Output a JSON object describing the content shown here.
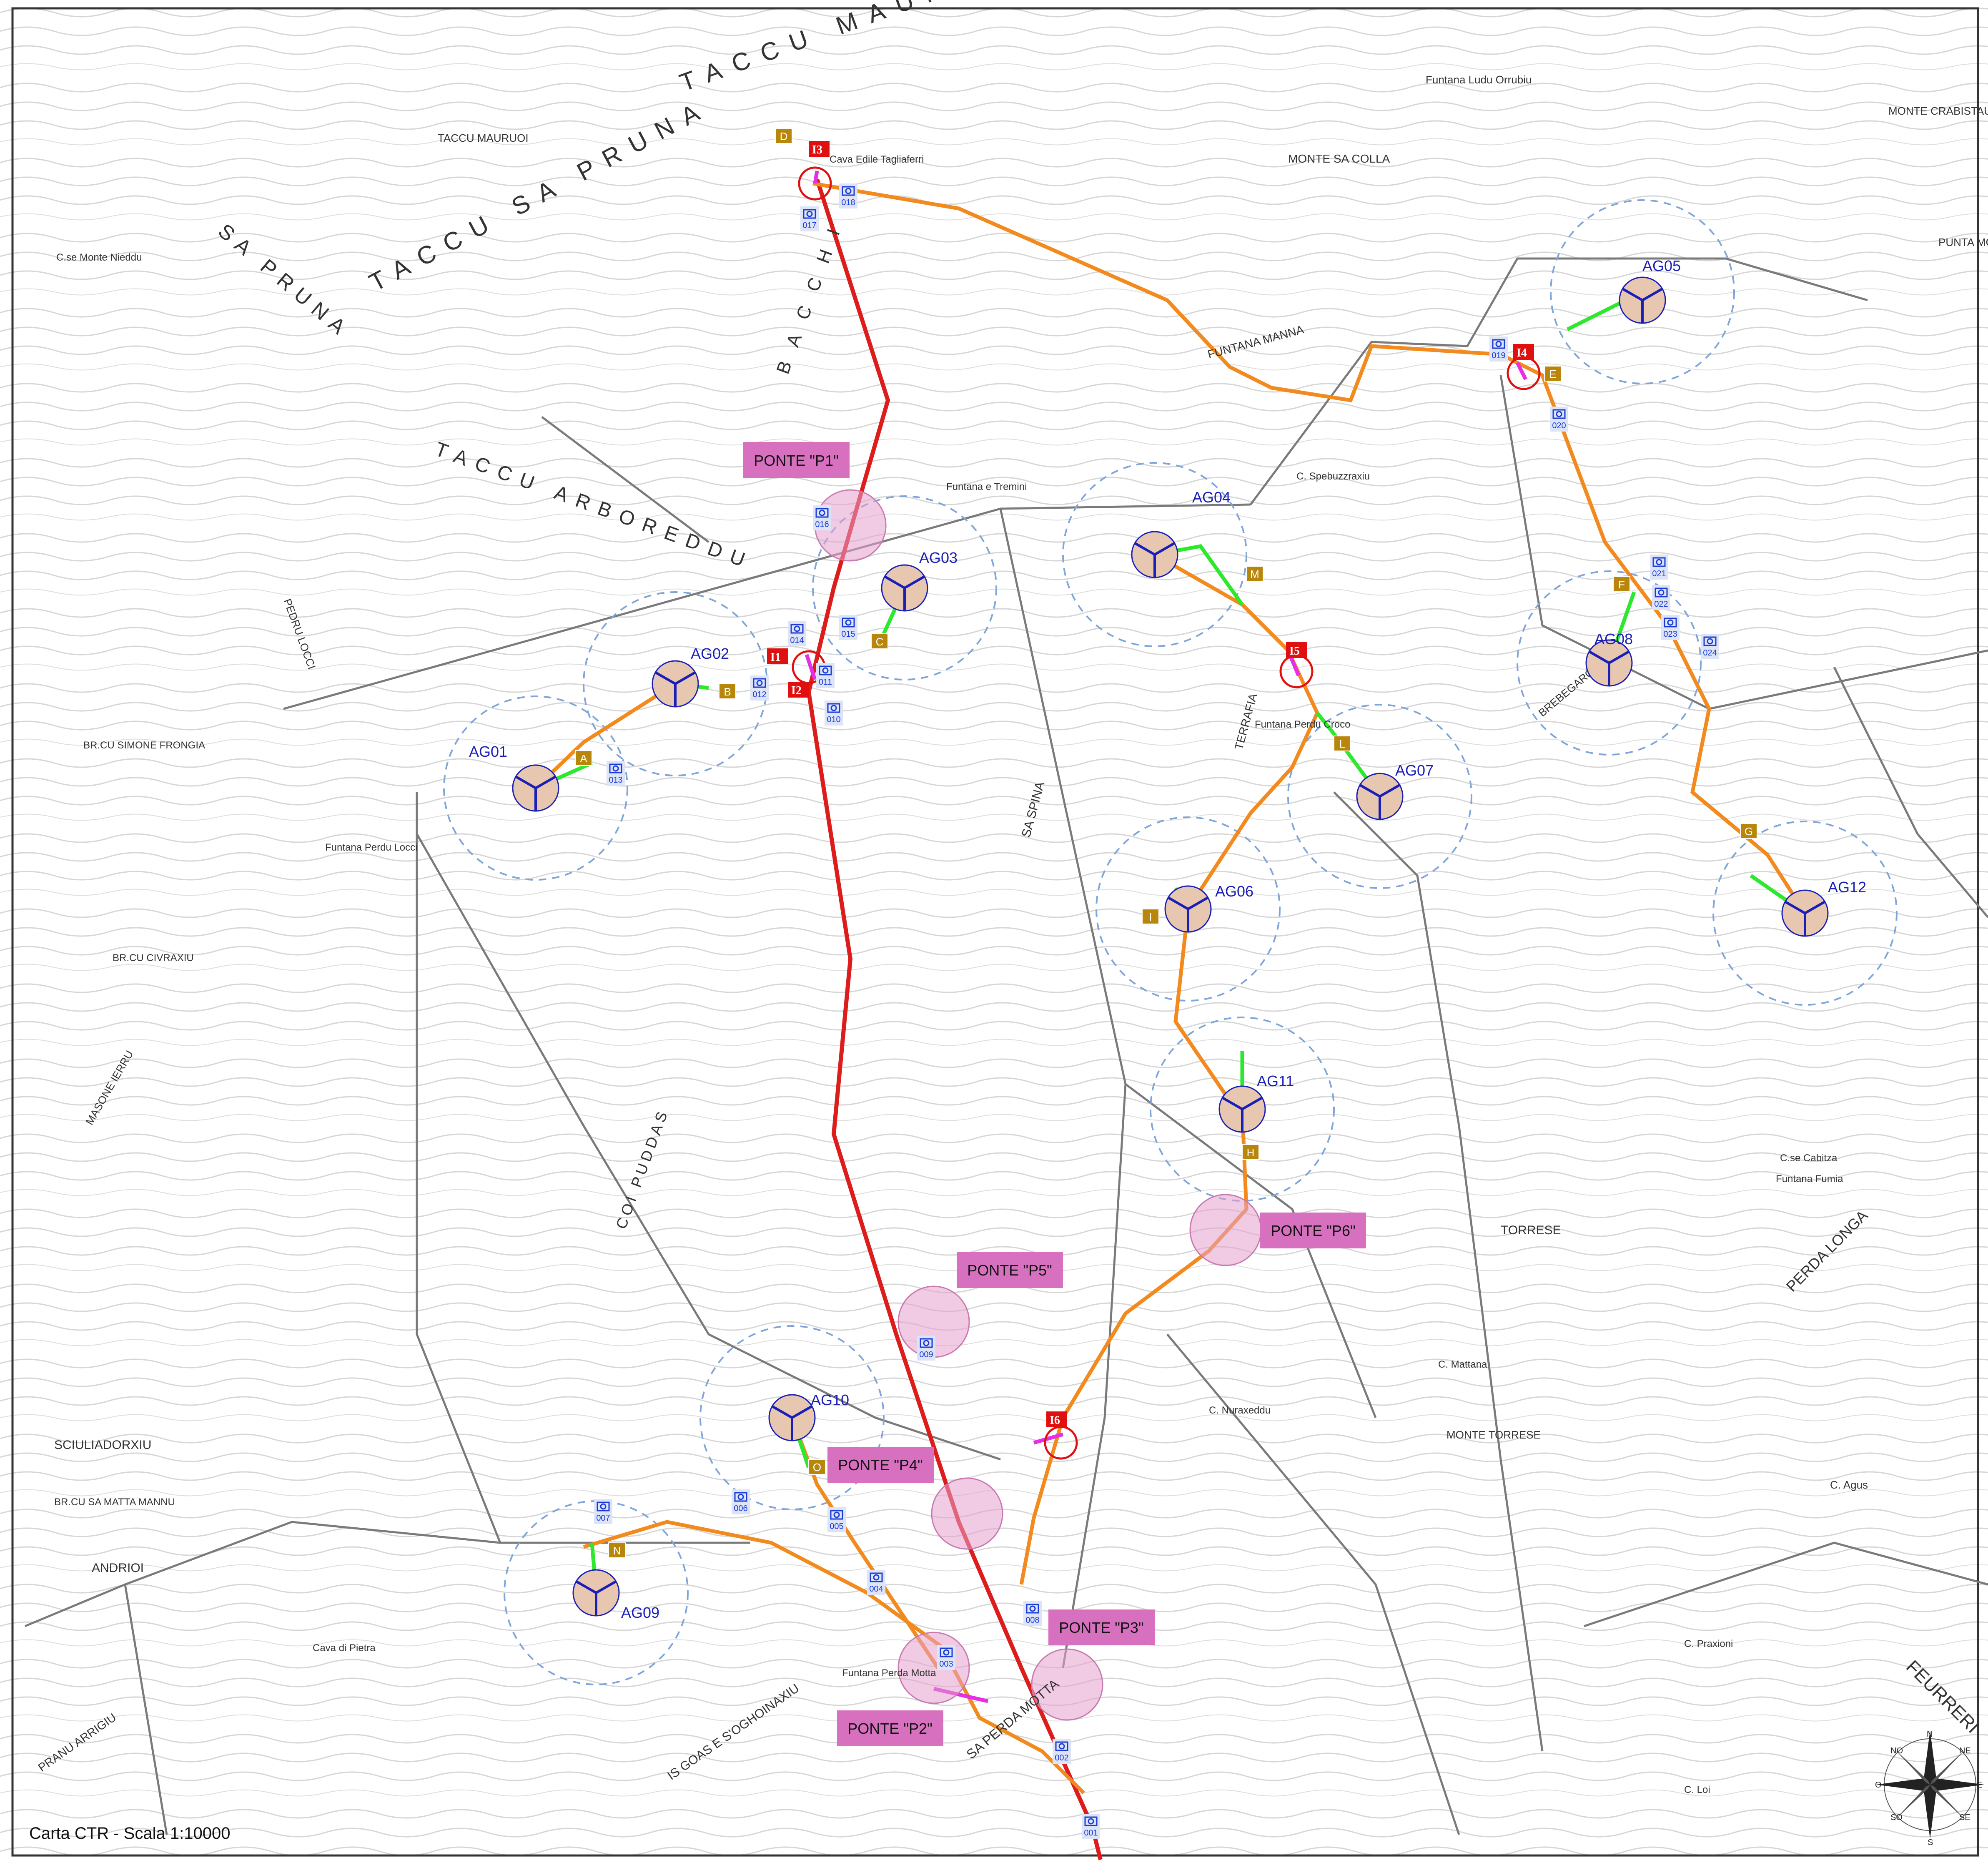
{
  "caption": "Carta CTR - Scala 1:10000",
  "colors": {
    "road_red": "#dd1c1c",
    "cable_orange": "#f28a1e",
    "turbine_link_green": "#2ee82e",
    "magenta": "#e52ee5",
    "bridge_fill": "#e6a0cc",
    "bridge_label": "#d870c0",
    "turbine_fill": "#e8c7b0",
    "turbine_blade": "#1a1fb8",
    "turbine_label": "#1a1fb8",
    "intersection_red": "#e01010",
    "node_gold": "#b8860b",
    "camera_blue": "#1a3bd6",
    "buffer_dashed": "#7fa6d8",
    "contour_grey": "#b3b3b3",
    "road_grey": "#7a7a7a"
  },
  "turbines": [
    {
      "id": "AG01"
    },
    {
      "id": "AG02"
    },
    {
      "id": "AG03"
    },
    {
      "id": "AG04"
    },
    {
      "id": "AG05"
    },
    {
      "id": "AG06"
    },
    {
      "id": "AG07"
    },
    {
      "id": "AG08"
    },
    {
      "id": "AG09"
    },
    {
      "id": "AG10"
    },
    {
      "id": "AG11"
    },
    {
      "id": "AG12"
    }
  ],
  "intersections": [
    "I1",
    "I2",
    "I3",
    "I4",
    "I5",
    "I6"
  ],
  "bridges": [
    "PONTE \"P1\"",
    "PONTE \"P2\"",
    "PONTE \"P3\"",
    "PONTE \"P4\"",
    "PONTE \"P5\"",
    "PONTE \"P6\""
  ],
  "nodes": [
    "A",
    "B",
    "C",
    "D",
    "E",
    "F",
    "G",
    "H",
    "I",
    "L",
    "M",
    "N",
    "O"
  ],
  "photo_points": [
    "001",
    "002",
    "003",
    "004",
    "005",
    "006",
    "007",
    "008",
    "009",
    "010",
    "011",
    "012",
    "013",
    "014",
    "015",
    "016",
    "017",
    "018",
    "019",
    "020",
    "021",
    "022",
    "023",
    "024"
  ],
  "place_names": [
    "TACCU MAURUO",
    "TACCU SA PRUNA",
    "TACCU ARBOREDDU",
    "TACCU MAURUOI",
    "SA PRUNA",
    "BACCHI",
    "MONTE SA COLLA",
    "FUNTANA MANNA",
    "Funtana Ludu Orrubiu",
    "MONTE CRABISTAU",
    "PUNTA MONNA",
    "PEDRU LOCCI",
    "Funtana Perdu Locci",
    "BR.CU SIMONE FRONGIA",
    "BR.CU CIVRAXIU",
    "MASONE IERRU",
    "COI PUDDAS",
    "SCIULIADORXIU",
    "BR.CU SA MATTA MANNU",
    "ANDRIOI",
    "PRANU ARRIGIU",
    "Cava di Pietra",
    "Funtana Perda Motta",
    "SA PERDA MOTTA",
    "IS GOAS E S'OGHOINAXIU",
    "MONTE TORRESE",
    "TORRESE",
    "PERDA LONGA",
    "FEURRERI",
    "C. Nuraxeddu",
    "C. Mattana",
    "C. Spebuzzraxiu",
    "Cava Edile Tagliaferri",
    "Funtana e Tremini",
    "TERRAFIA",
    "SA SPINA",
    "BREBEGARGIU",
    "C.se Monte Nieddu",
    "C. Loi",
    "Funtana Fumia",
    "C.se Cabitza",
    "C. Praxioni",
    "C. Agus",
    "Funtana Perdu Croco"
  ],
  "compass": {
    "N": "N",
    "S": "S",
    "E": "E",
    "O": "O",
    "NE": "NE",
    "NO": "NO",
    "SE": "SE",
    "SO": "SO"
  }
}
